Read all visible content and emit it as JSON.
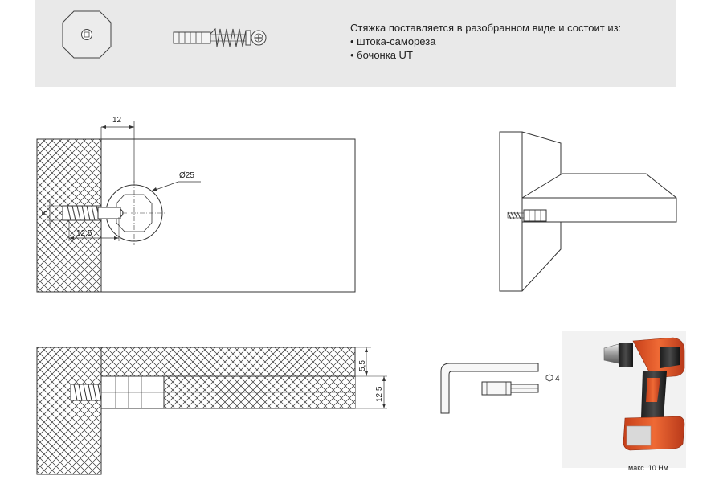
{
  "description": {
    "intro": "Стяжка поставляется в разобранном виде и состоит из:",
    "items": [
      "• штока-самореза",
      "• бочонка UT"
    ]
  },
  "dimensions": {
    "top_width": "12",
    "diameter": "Ø25",
    "offset": "5",
    "depth": "12,5",
    "side_top": "5,5",
    "side_depth": "12,5"
  },
  "tools": {
    "hex_size": "4",
    "torque_note": "макс. 10 Нм"
  },
  "colors": {
    "band": "#e9e9e9",
    "line": "#222222",
    "drill_accent": "#e8582a"
  }
}
